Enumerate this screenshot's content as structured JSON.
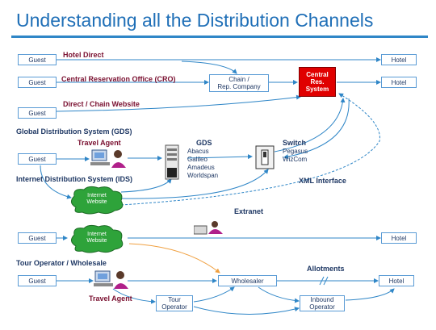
{
  "title": "Understanding all the Distribution Channels",
  "boxes": {
    "guest1": "Guest",
    "guest2": "Guest",
    "guest3": "Guest",
    "guest4": "Guest",
    "guest5": "Guest",
    "guest6": "Guest",
    "hotel1": "Hotel",
    "hotel2": "Hotel",
    "hotel3": "Hotel",
    "hotel4": "Hotel",
    "chain_l1": "Chain /",
    "chain_l2": "Rep. Company",
    "central_l1": "Central",
    "central_l2": "Res.",
    "central_l3": "System",
    "wholesaler": "Wholesaler",
    "tour_l1": "Tour",
    "tour_l2": "Operator",
    "inbound_l1": "Inbound",
    "inbound_l2": "Operator"
  },
  "labels": {
    "hotel_direct": "Hotel Direct",
    "cro": "Central Reservation Office (CRO)",
    "direct_chain": "Direct / Chain Website",
    "gds_section": "Global Distribution System (GDS)",
    "travel_agent_1": "Travel Agent",
    "gds": "GDS",
    "gds_list": [
      "Abacus",
      "Galileo",
      "Amadeus",
      "Worldspan"
    ],
    "switch": "Switch",
    "switch_list": [
      "Pegasus",
      "WizCom"
    ],
    "ids_section": "Internet Distribution System (IDS)",
    "xml_interface": "XML Interface",
    "internet_website_1": [
      "Internet",
      "Website"
    ],
    "internet_website_2": [
      "Internet",
      "Website"
    ],
    "extranet": "Extranet",
    "tour_section": "Tour Operator / Wholesale",
    "allotments": "Allotments",
    "travel_agent_2": "Travel Agent"
  },
  "colors": {
    "title": "#1f6fb7",
    "line": "#2f86c7",
    "central_box": "#e00000",
    "cloud": "#2ea33a",
    "orange_link": "#f0a040",
    "label_maroon": "#7a1030"
  }
}
